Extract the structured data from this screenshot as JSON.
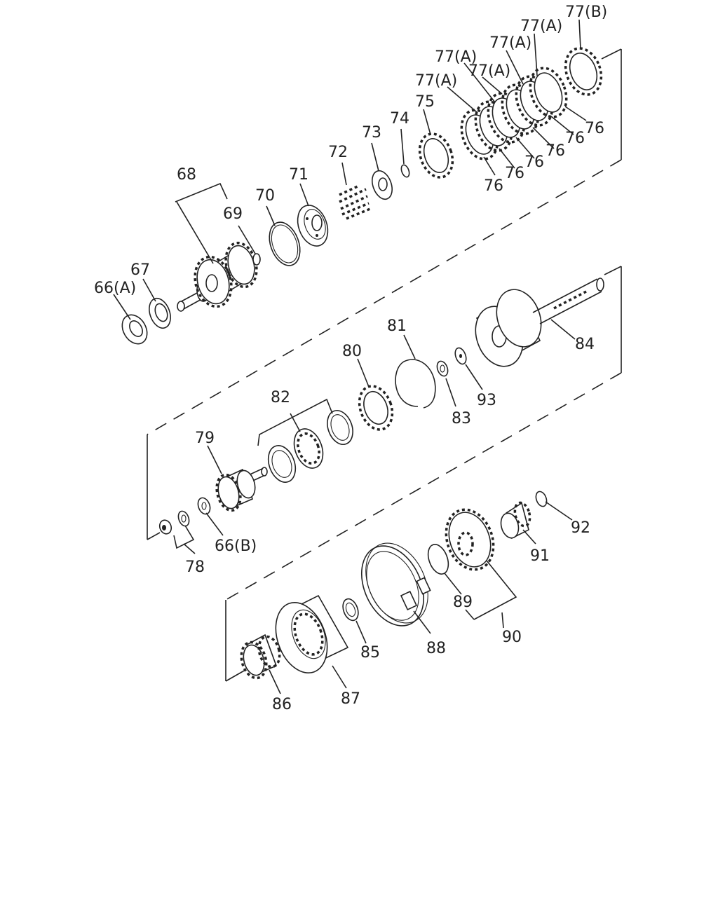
{
  "callouts": {
    "c66a": "66(A)",
    "c67": "67",
    "c68": "68",
    "c69": "69",
    "c70": "70",
    "c71": "71",
    "c72": "72",
    "c73": "73",
    "c74": "74",
    "c75": "75",
    "c76_1": "76",
    "c76_2": "76",
    "c76_3": "76",
    "c76_4": "76",
    "c76_5": "76",
    "c76_6": "76",
    "c77a_1": "77(A)",
    "c77a_2": "77(A)",
    "c77a_3": "77(A)",
    "c77a_4": "77(A)",
    "c77a_5": "77(A)",
    "c77b": "77(B)",
    "c78": "78",
    "c79": "79",
    "c80": "80",
    "c81": "81",
    "c82": "82",
    "c83": "83",
    "c84": "84",
    "c66b": "66(B)",
    "c93": "93",
    "c85": "85",
    "c86": "86",
    "c87": "87",
    "c88": "88",
    "c89": "89",
    "c90": "90",
    "c91": "91",
    "c92": "92"
  },
  "colors": {
    "ink": "#222222",
    "paper": "#ffffff"
  }
}
